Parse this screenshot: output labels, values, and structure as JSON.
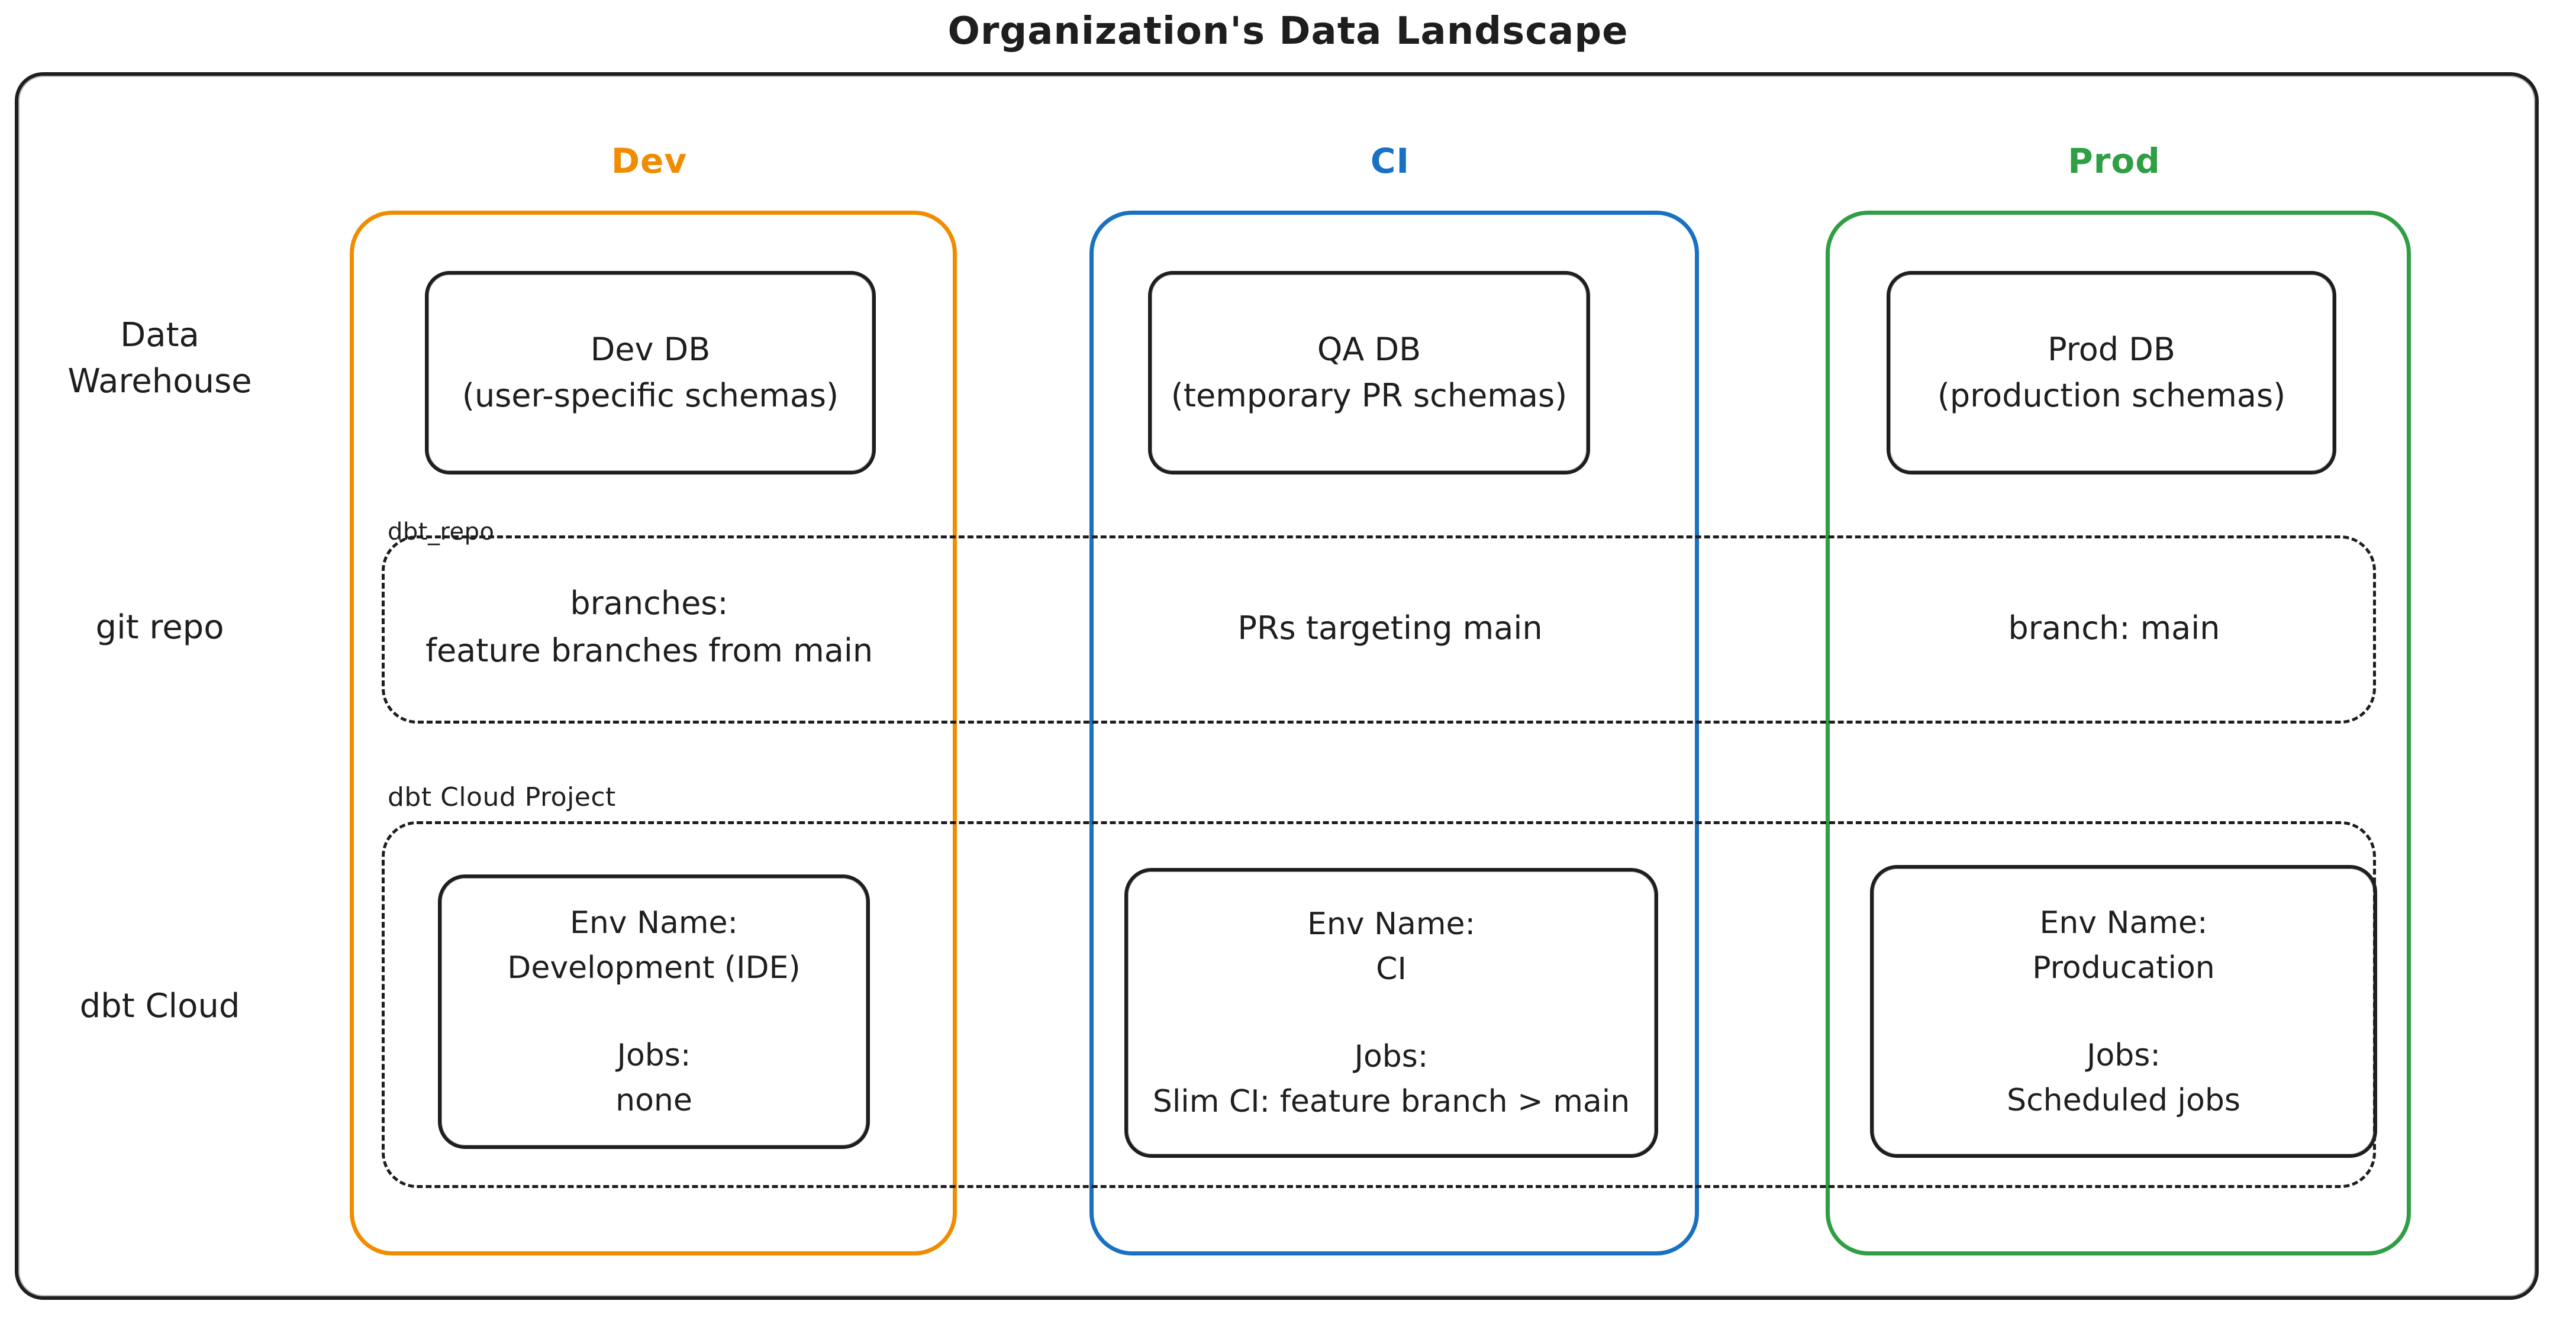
{
  "title": "Organization's Data Landscape",
  "ink_color": "#1e1e1e",
  "columns": {
    "dev": {
      "label": "Dev",
      "color": "#f08c00"
    },
    "ci": {
      "label": "CI",
      "color": "#1971c2"
    },
    "prod": {
      "label": "Prod",
      "color": "#2f9e44"
    }
  },
  "row_labels": {
    "warehouse": {
      "line1": "Data",
      "line2": "Warehouse"
    },
    "git": "git repo",
    "cloud": "dbt Cloud"
  },
  "warehouse": {
    "dev": {
      "line1": "Dev DB",
      "line2": "(user-specific schemas)"
    },
    "ci": {
      "line1": "QA DB",
      "line2": "(temporary PR schemas)"
    },
    "prod": {
      "line1": "Prod DB",
      "line2": "(production schemas)"
    }
  },
  "git": {
    "label": "dbt_repo",
    "dev": {
      "line1": "branches:",
      "line2": "feature branches from main"
    },
    "ci": "PRs targeting main",
    "prod": "branch: main"
  },
  "cloud": {
    "label": "dbt Cloud Project",
    "env_label": "Env Name:",
    "jobs_label": "Jobs:",
    "dev": {
      "env": "Development (IDE)",
      "jobs": "none"
    },
    "ci": {
      "env": "CI",
      "jobs": "Slim CI: feature branch > main"
    },
    "prod": {
      "env": "Producation",
      "jobs": "Scheduled jobs"
    }
  }
}
